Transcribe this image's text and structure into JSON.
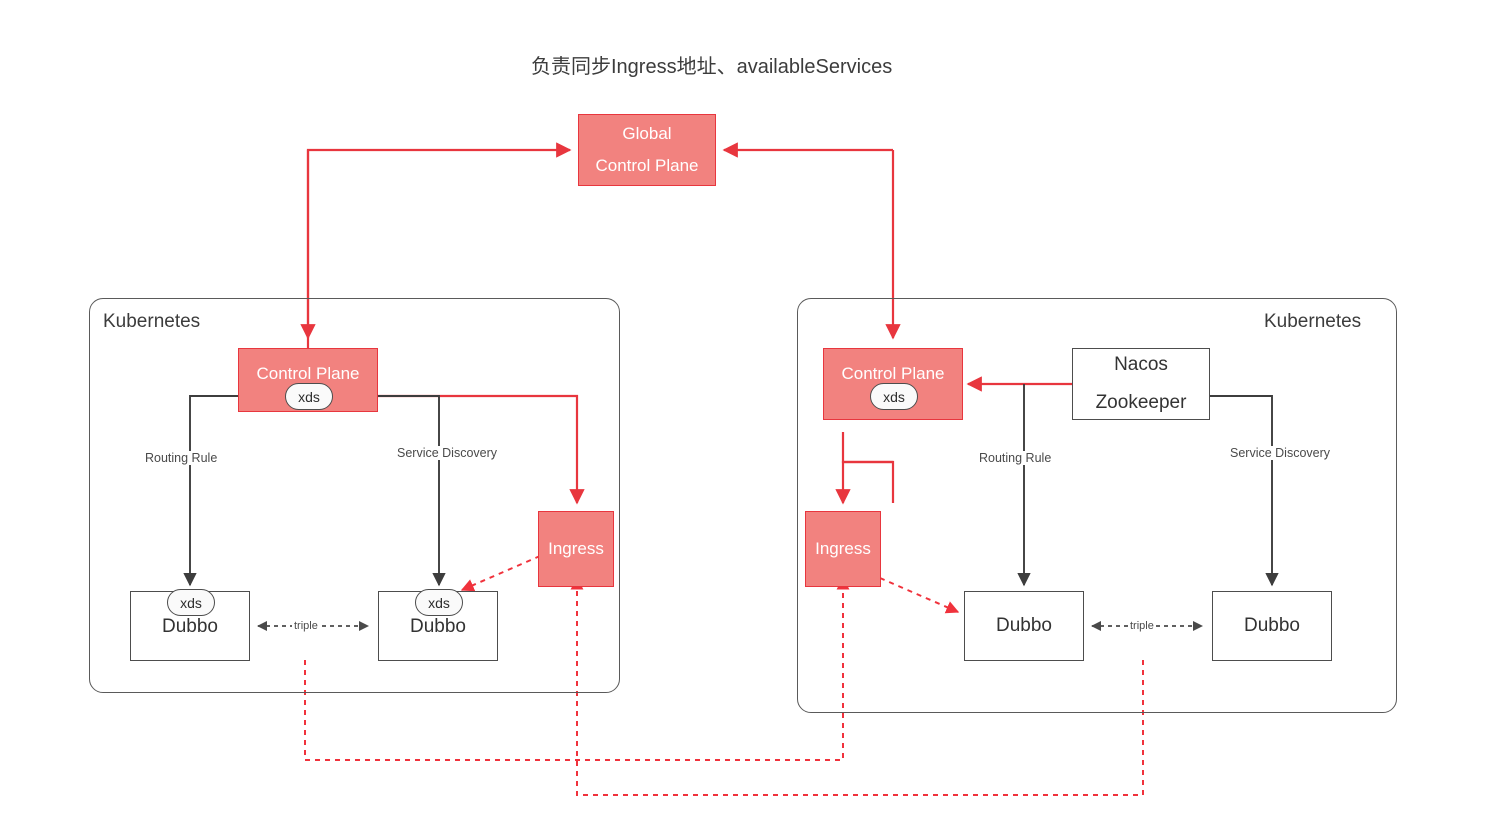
{
  "title": "负责同步Ingress地址、availableServices",
  "colors": {
    "red_fill": "#F2827F",
    "red_stroke": "#E8363E",
    "gray_stroke": "#4d4d4d",
    "cluster_stroke": "#5a5a5a",
    "text": "#3a3a3a",
    "background": "#ffffff"
  },
  "global": {
    "line1": "Global",
    "line2": "Control Plane"
  },
  "clusters": [
    {
      "id": "left",
      "label": "Kubernetes",
      "control_plane": {
        "label": "Control Plane",
        "badge": "xds"
      },
      "ingress": {
        "label": "Ingress"
      },
      "services": [
        {
          "label": "Dubbo",
          "badge": "xds"
        },
        {
          "label": "Dubbo",
          "badge": "xds"
        }
      ],
      "edge_labels": {
        "routing": "Routing Rule",
        "discovery": "Service Discovery",
        "peer": "triple"
      }
    },
    {
      "id": "right",
      "label": "Kubernetes",
      "control_plane": {
        "label": "Control Plane",
        "badge": "xds"
      },
      "ingress": {
        "label": "Ingress"
      },
      "registry": {
        "line1": "Nacos",
        "line2": "Zookeeper"
      },
      "services": [
        {
          "label": "Dubbo",
          "badge": ""
        },
        {
          "label": "Dubbo",
          "badge": ""
        }
      ],
      "edge_labels": {
        "routing": "Routing Rule",
        "discovery": "Service Discovery",
        "peer": "triple"
      }
    }
  ]
}
